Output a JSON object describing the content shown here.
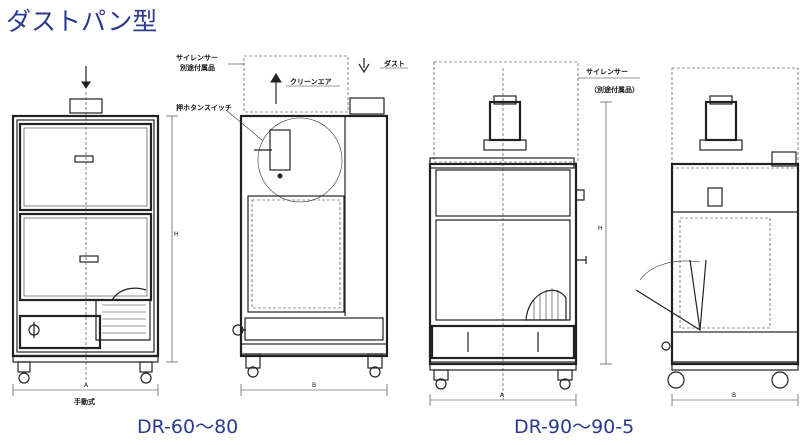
{
  "title": "ダストパン型",
  "models": {
    "left": "DR-60〜80",
    "right": "DR-90〜90-5"
  },
  "labels": {
    "silencer_line1": "サイレンサー",
    "silencer_line2": "別途付属品",
    "silencer_r_line1": "サイレンサー",
    "silencer_r_line2": "（別途付属品）",
    "dust": "ダスト",
    "clean_air": "クリーンエア",
    "push_button_switch": "押ホタンスイッチ",
    "manual_type": "手動式",
    "dim_a": "A",
    "dim_b": "B",
    "dim_h": "H",
    "dim_a2": "A",
    "dim_b2": "B",
    "dim_h2": "H"
  }
}
